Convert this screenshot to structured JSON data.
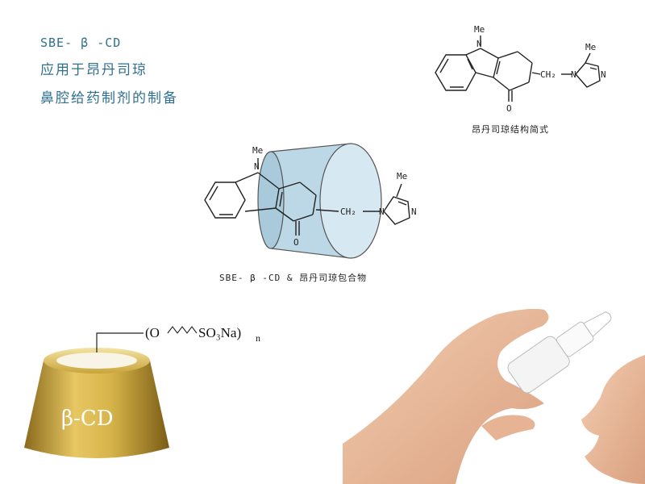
{
  "title": {
    "line1": "SBE- β -CD",
    "line2": "应用于昂丹司琼",
    "line3": "鼻腔给药制剂的制备"
  },
  "structure": {
    "caption": "昂丹司琼结构简式",
    "atoms": {
      "n_methyl": "N",
      "methyl": "Me",
      "carbonyl_o": "O",
      "ch2": "CH₂",
      "n1": "N",
      "n3": "N",
      "ring_methyl": "Me"
    }
  },
  "complex": {
    "caption": "SBE- β -CD & 昂丹司琼包合物",
    "atoms": {
      "n_methyl": "N",
      "methyl": "Me",
      "carbonyl_o": "O",
      "ch2": "CH₂",
      "n1": "N",
      "n3": "N",
      "ring_methyl": "Me"
    }
  },
  "cyclodextrin": {
    "label": "β-CD",
    "formula_open": "(O",
    "formula_group": "SO₃Na)",
    "formula_subscript": "n"
  },
  "colors": {
    "title": "#2f6f8f",
    "cylinder": "#bcd8e6",
    "cone_gold": "#c9a43a"
  }
}
